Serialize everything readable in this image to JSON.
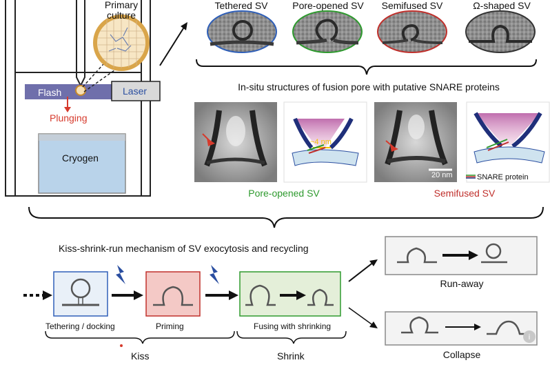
{
  "colors": {
    "tethered": "#2f5fb8",
    "pore_opened": "#2e9a2e",
    "semifused": "#c0302c",
    "omega": "#333333",
    "flash_bar": "#3f3f8f",
    "plunging": "#d63a2c",
    "cryogen_fill": "#b9d3ea",
    "culture_ring": "#d9a54a",
    "box_blue": "#e9f0f8",
    "box_red": "#f4c9c6",
    "box_green": "#e4efd9",
    "accent_green_text": "#2e9a2e",
    "accent_red_text": "#c0302c"
  },
  "left_panel": {
    "culture_label": "Primary\nculture",
    "flash_label": "Flash",
    "laser_label": "Laser",
    "plunging_label": "Plunging",
    "cryogen_label": "Cryogen"
  },
  "top_row": {
    "panels": [
      {
        "label": "Tethered SV"
      },
      {
        "label": "Pore-opened SV"
      },
      {
        "label": "Semifused SV"
      },
      {
        "label": "Ω-shaped SV"
      }
    ]
  },
  "middle": {
    "title": "In-situ structures of fusion pore with putative SNARE proteins",
    "measure": "~4 nm",
    "scalebar": "20 nm",
    "legend": "SNARE protein",
    "caption_left": "Pore-opened SV",
    "caption_right": "Semifused SV"
  },
  "bottom": {
    "title": "Kiss-shrink-run mechanism of SV exocytosis and recycling",
    "step1": "Tethering / docking",
    "step2": "Priming",
    "step3": "Fusing with shrinking",
    "phase1": "Kiss",
    "phase2": "Shrink",
    "out1": "Run-away",
    "out2": "Collapse"
  }
}
